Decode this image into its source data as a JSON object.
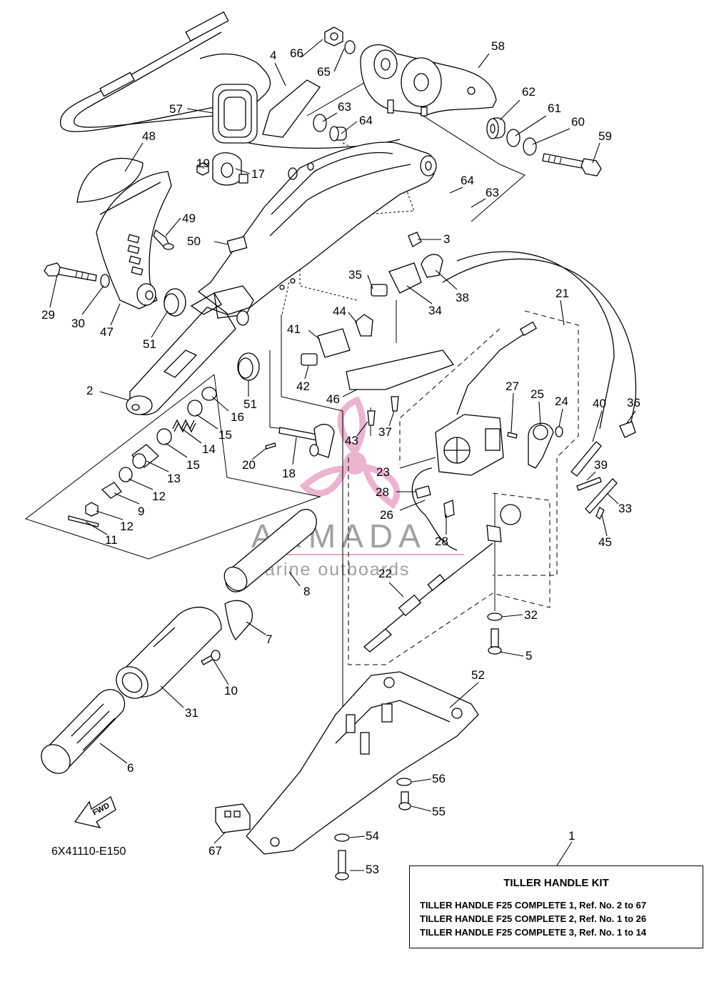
{
  "drawing_code": "6X41110-E150",
  "fwd_label": "FWD",
  "watermark": {
    "brand": "ARMADA",
    "tagline": "marine outboards",
    "color": "#e8a8c8"
  },
  "kit": {
    "ref_number": "1",
    "title": "TILLER HANDLE KIT",
    "lines": [
      "TILLER HANDLE F25 COMPLETE 1,  Ref. No. 2 to 67",
      "TILLER HANDLE F25 COMPLETE 2,  Ref. No. 1 to 26",
      "TILLER HANDLE F25 COMPLETE 3,  Ref. No. 1 to 14"
    ]
  },
  "part_labels": [
    "66",
    "65",
    "58",
    "4",
    "57",
    "63",
    "64",
    "62",
    "61",
    "60",
    "59",
    "48",
    "19",
    "17",
    "49",
    "50",
    "64",
    "63",
    "3",
    "35",
    "38",
    "29",
    "30",
    "47",
    "51",
    "34",
    "21",
    "44",
    "41",
    "42",
    "46",
    "51",
    "2",
    "16",
    "15",
    "14",
    "15",
    "13",
    "12",
    "9",
    "12",
    "11",
    "20",
    "18",
    "43",
    "37",
    "27",
    "25",
    "24",
    "40",
    "36",
    "23",
    "28",
    "39",
    "26",
    "33",
    "28",
    "45",
    "8",
    "7",
    "22",
    "32",
    "10",
    "5",
    "31",
    "6",
    "52",
    "56",
    "55",
    "67",
    "54",
    "53"
  ]
}
